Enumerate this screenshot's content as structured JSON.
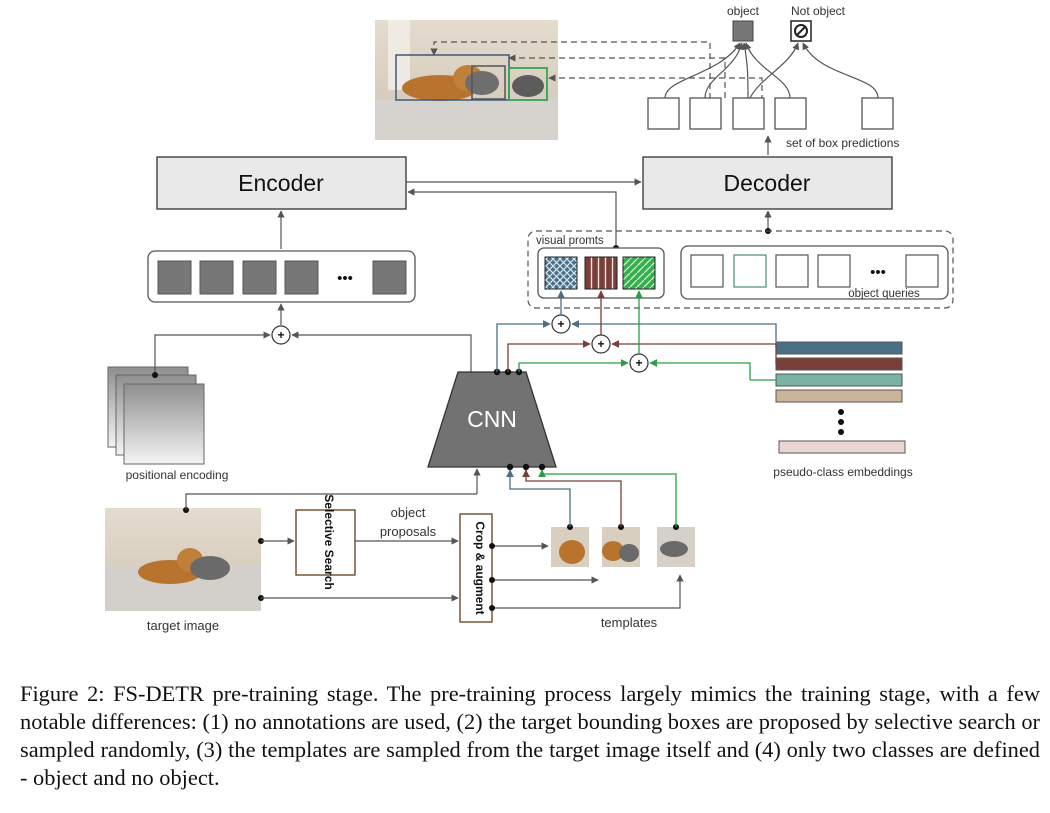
{
  "labels": {
    "object": "object",
    "not_object": "Not object",
    "set_of_box_predictions": "set of box predictions",
    "encoder": "Encoder",
    "decoder": "Decoder",
    "visual_prompts": "visual promts",
    "object_queries": "object queries",
    "cnn": "CNN",
    "positional_encoding": "positional encoding",
    "pseudo_class_embeddings": "pseudo-class embeddings",
    "selective_search": "Selective Search",
    "object_proposals_line1": "object",
    "object_proposals_line2": "proposals",
    "crop_augment": "Crop & augment",
    "target_image": "target image",
    "templates": "templates",
    "plus": "+",
    "ellipsis": "•••"
  },
  "caption": "Figure 2: FS-DETR pre-training stage. The pre-training process largely mimics the training stage, with a few notable differences: (1) no annotations are used, (2) the target bounding boxes are proposed by selective search or sampled randomly, (3) the templates are sampled from the target image itself and (4) only two classes are defined - object and no object.",
  "colors": {
    "blue": "#4a6f86",
    "brown": "#7a3f36",
    "green": "#27a046",
    "teal": "#7ab3a3",
    "tan": "#cbb49a",
    "pale": "#ead7d3",
    "gray_block": "#777777",
    "box_fill": "#e8e8e8",
    "line": "#555555"
  }
}
